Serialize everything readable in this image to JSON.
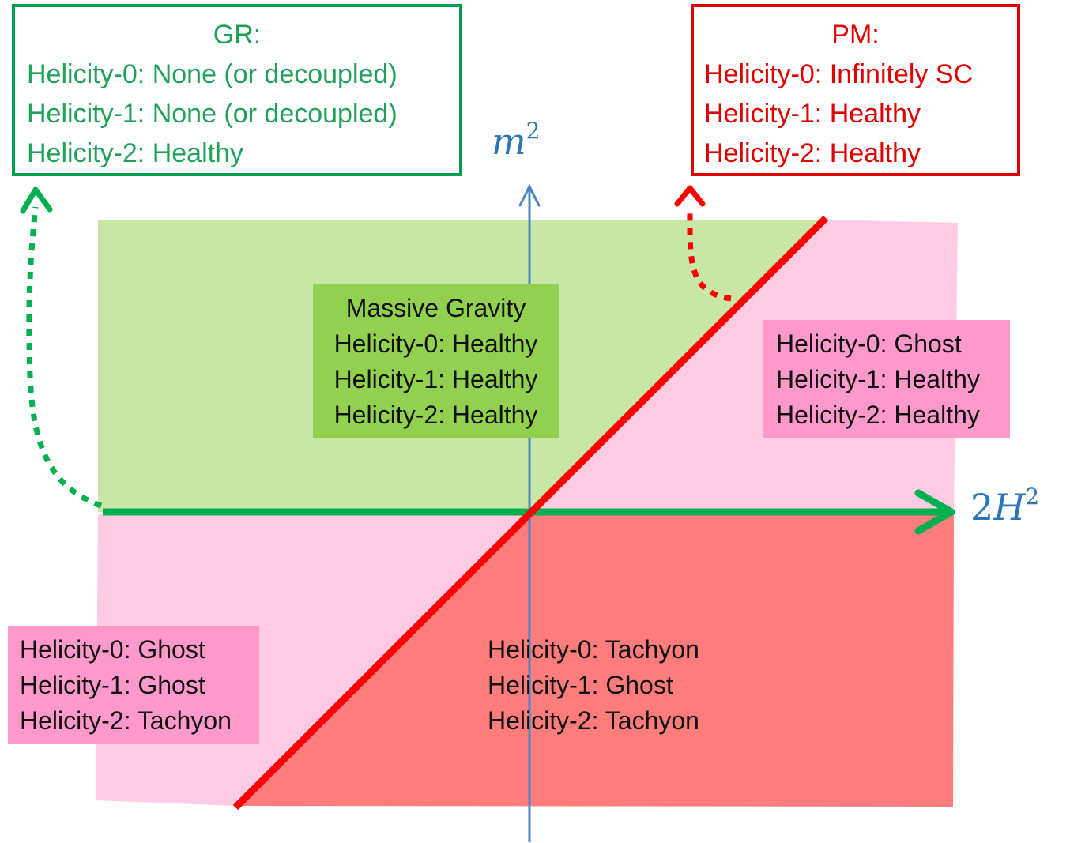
{
  "gr_box": {
    "title": "GR:",
    "lines": [
      "Helicity-0: None (or decoupled)",
      "Helicity-1: None (or decoupled)",
      "Helicity-2: Healthy"
    ]
  },
  "pm_box": {
    "title": "PM:",
    "lines": [
      "Helicity-0: Infinitely SC",
      "Helicity-1: Healthy",
      "Helicity-2: Healthy"
    ]
  },
  "massive_gravity_box": {
    "title": "Massive Gravity",
    "lines": [
      "Helicity-0: Healthy",
      "Helicity-1: Healthy",
      "Helicity-2: Healthy"
    ]
  },
  "upper_right_box": {
    "lines": [
      "Helicity-0: Ghost",
      "Helicity-1: Healthy",
      "Helicity-2: Healthy"
    ]
  },
  "lower_left_box": {
    "lines": [
      "Helicity-0: Ghost",
      "Helicity-1: Ghost",
      "Helicity-2: Tachyon"
    ]
  },
  "lower_right_box": {
    "lines": [
      "Helicity-0: Tachyon",
      "Helicity-1: Ghost",
      "Helicity-2: Tachyon"
    ]
  },
  "axes": {
    "vertical": {
      "symbol": "m",
      "exponent": "2"
    },
    "horizontal": {
      "prefix": "2",
      "symbol": "H",
      "exponent": "2"
    }
  },
  "colors": {
    "gr_green": "#1fa15a",
    "pm_red": "#e00000",
    "axis_blue": "#2e75b6",
    "healthy_region": "#c8e6a6",
    "ghost_region": "#ffcce4",
    "tachyon_region": "#ff7c7c",
    "massive_gravity_box": "#92d050",
    "pink_box": "#ff99cc"
  }
}
